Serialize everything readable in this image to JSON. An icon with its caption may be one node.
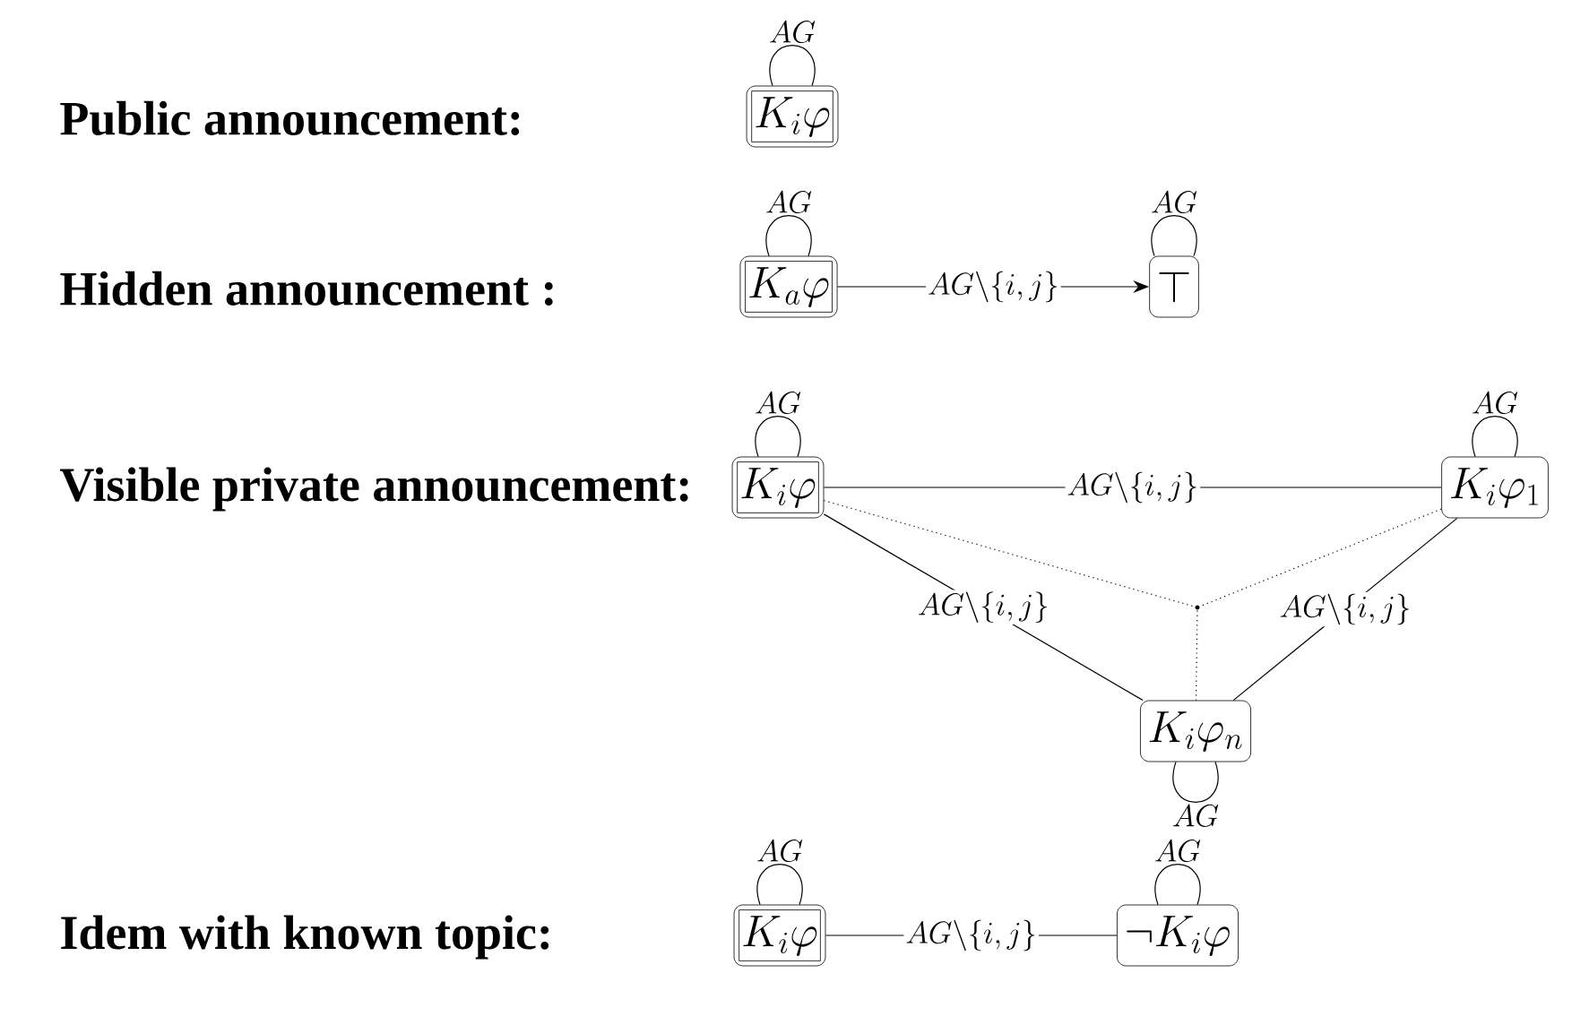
{
  "diagram": {
    "nodes": [
      {
        "text": [
          "K_i\\varphi"
        ]
      },
      {
        "text": [
          "K_a\\varphi"
        ]
      },
      {
        "text": [
          "\\top"
        ]
      },
      {
        "text": [
          "K_i\\varphi"
        ]
      },
      {
        "text": [
          "K_i\\varphi_1"
        ]
      },
      {
        "text": [
          "K_i\\varphi_n"
        ]
      },
      {
        "text": [],
        "shape": "circle"
      },
      {
        "text": [
          "K_i\\varphi"
        ]
      },
      {
        "text": [
          "\\neg K_i\\varphi"
        ]
      }
    ],
    "edges": [
      {
        "from": 0,
        "to": 0,
        "arrow": "none",
        "label": "AG"
      },
      {
        "from": 1,
        "to": 1,
        "arrow": "none",
        "label": "AG"
      },
      {
        "from": 2,
        "to": 2,
        "arrow": "none",
        "label": "AG"
      },
      {
        "from": 1,
        "to": 2,
        "arrow": "to",
        "label": "AG\\backslash\\{i,j\\}"
      },
      {
        "from": 3,
        "to": 3,
        "arrow": "none",
        "label": "AG"
      },
      {
        "from": 4,
        "to": 4,
        "arrow": "none",
        "label": "AG"
      },
      {
        "from": 3,
        "to": 4,
        "arrow": "none",
        "label": "AG\\backslash\\{i,j\\}"
      },
      {
        "from": 3,
        "to": 5,
        "arrow": "none",
        "label": "AG\\backslash\\{i,j\\}"
      },
      {
        "from": 4,
        "to": 5,
        "arrow": "none",
        "label": "AG\\backslash\\{i,j\\}"
      },
      {
        "from": 3,
        "to": 6,
        "arrow": "none",
        "style": "dashed"
      },
      {
        "from": 4,
        "to": 6,
        "arrow": "none",
        "style": "dashed"
      },
      {
        "from": 5,
        "to": 6,
        "arrow": "none",
        "style": "dashed"
      },
      {
        "from": 5,
        "to": 5,
        "arrow": "none",
        "label": "AG"
      },
      {
        "from": 7,
        "to": 7,
        "arrow": "none",
        "label": "AG"
      },
      {
        "from": 8,
        "to": 8,
        "arrow": "none",
        "label": "AG"
      },
      {
        "from": 7,
        "to": 8,
        "arrow": "none",
        "label": "AG\\backslash\\{i,j\\}"
      }
    ],
    "labels": [
      "Public announcement:",
      "Hidden announcement :",
      "Visible private announcement:",
      "Idem with known topic:"
    ]
  }
}
